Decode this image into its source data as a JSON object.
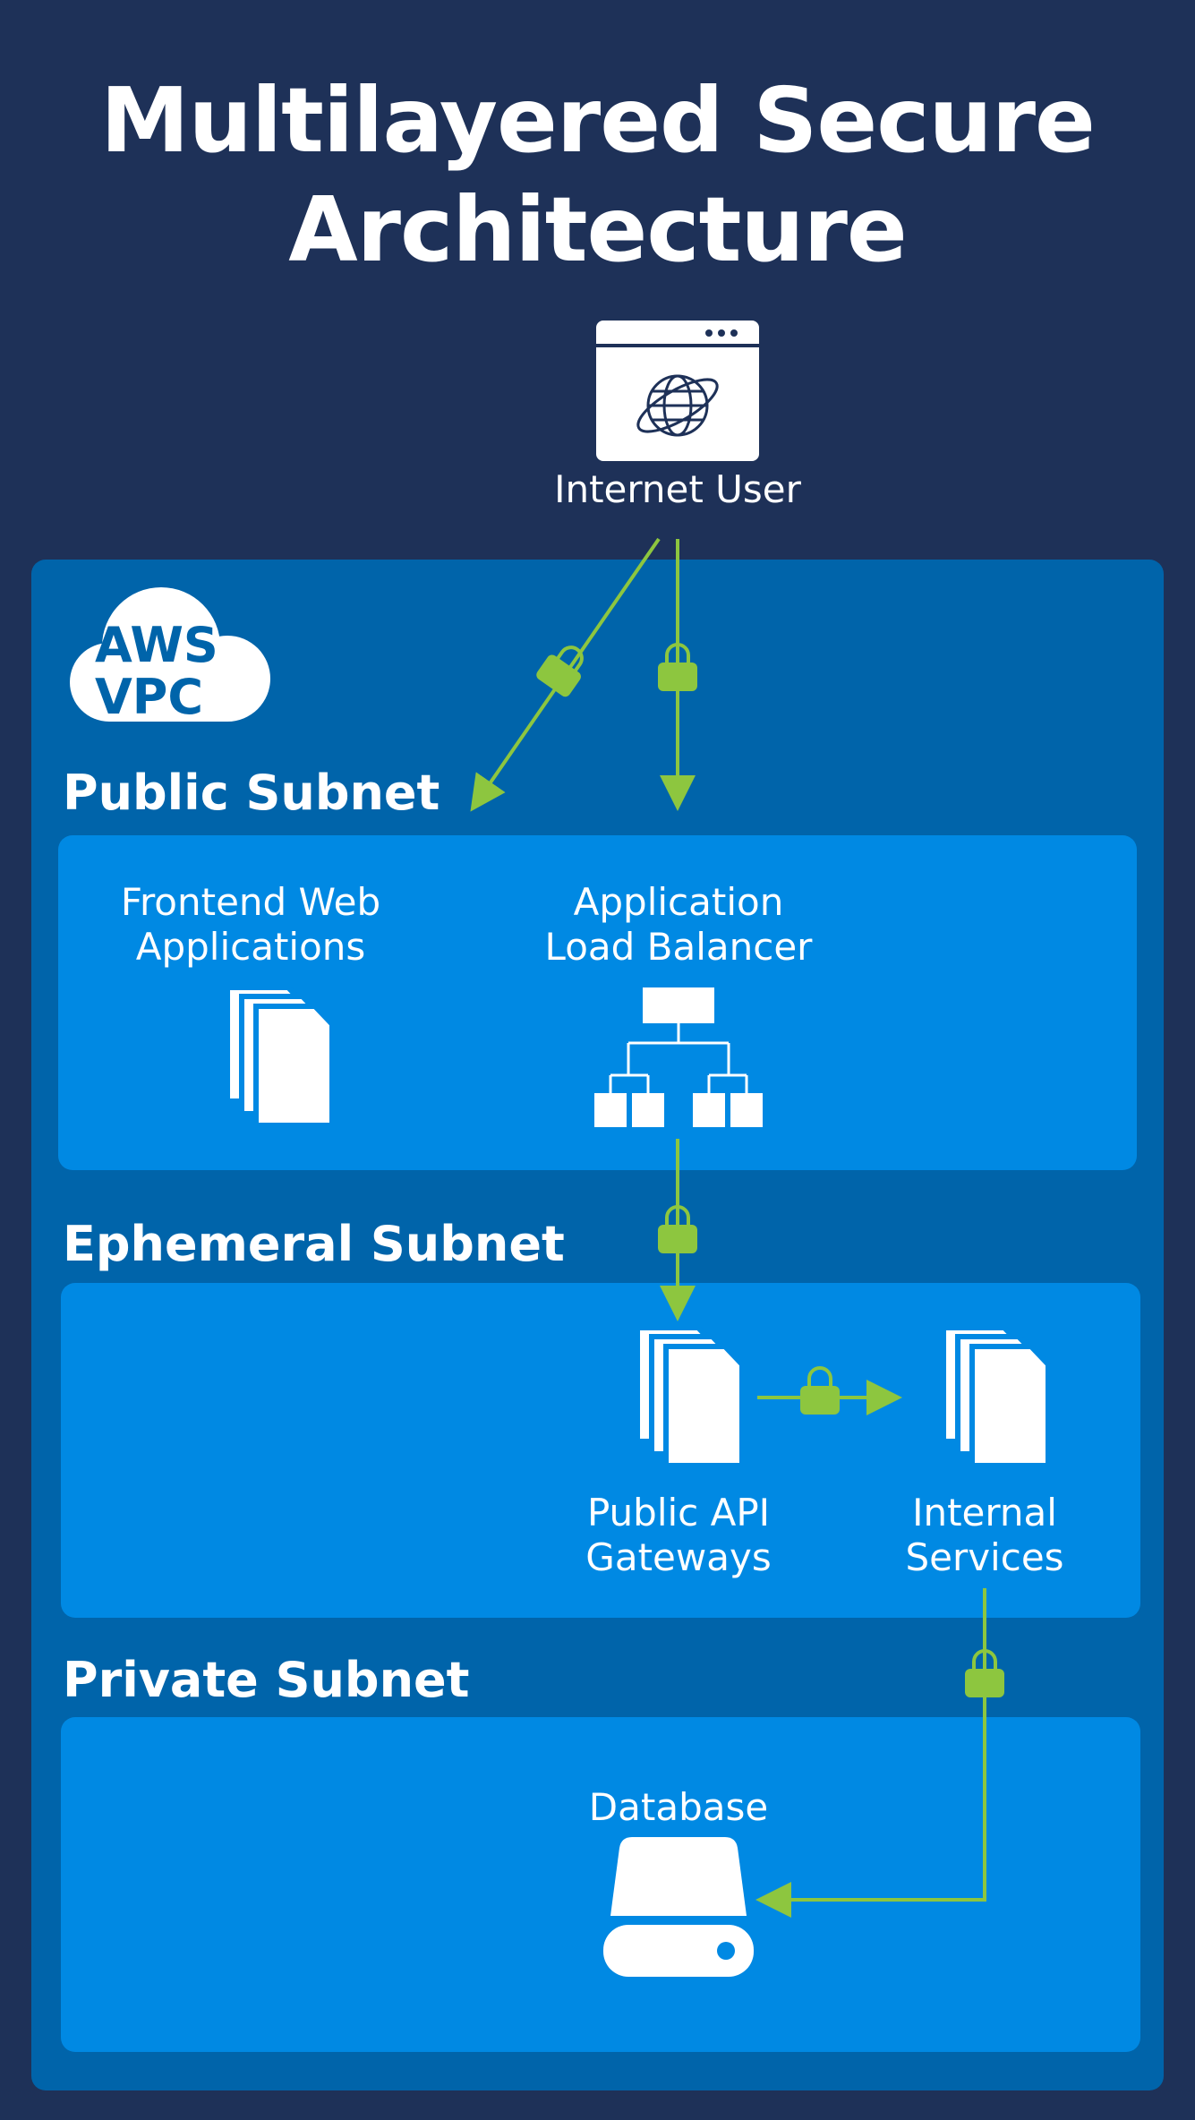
{
  "title": {
    "line1": "Multilayered Secure",
    "line2": "Architecture"
  },
  "vpc": {
    "label_line1": "AWS",
    "label_line2": "VPC"
  },
  "sections": {
    "public": "Public Subnet",
    "ephemeral": "Ephemeral Subnet",
    "private": "Private Subnet"
  },
  "nodes": {
    "internet_user": "Internet User",
    "frontend": {
      "line1": "Frontend Web",
      "line2": "Applications"
    },
    "load_balancer": {
      "line1": "Application",
      "line2": "Load Balancer"
    },
    "api_gateways": {
      "line1": "Public API",
      "line2": "Gateways"
    },
    "internal_services": {
      "line1": "Internal",
      "line2": "Services"
    },
    "database": "Database"
  },
  "icons": {
    "browser": "browser-window-globe-icon",
    "stack": "stacked-pages-icon",
    "hierarchy": "load-balancer-hierarchy-icon",
    "database": "database-drive-icon",
    "lock": "padlock-icon",
    "cloud": "cloud-icon"
  },
  "colors": {
    "background": "#1e3158",
    "vpc": "#0064aa",
    "subnet": "#0089e3",
    "connector": "#8dc63f",
    "text": "#ffffff"
  }
}
